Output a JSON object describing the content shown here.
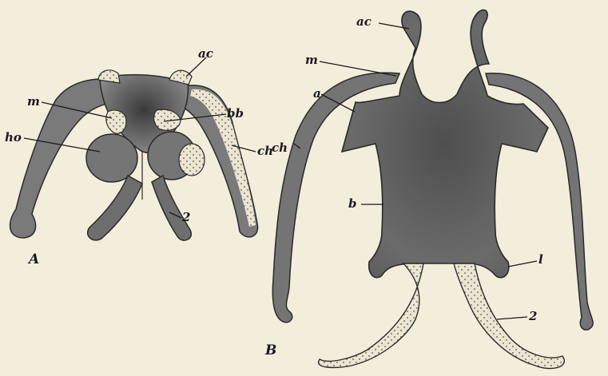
{
  "figure": {
    "background": "#f3eedc",
    "colors": {
      "bone": "#6e6e6e",
      "dark_bone": "#3c3c3c",
      "cartilage": "#e8e2cf",
      "ink": "#1a1a1a"
    },
    "panel_a": {
      "panel_label": "A",
      "labels": {
        "ac": "ac",
        "m": "m",
        "bb": "bb",
        "ho": "ho",
        "ch": "ch",
        "two": "2"
      }
    },
    "panel_b": {
      "panel_label": "B",
      "labels": {
        "ac": "ac",
        "m": "m",
        "a": "a",
        "ch": "ch",
        "b": "b",
        "l": "l",
        "two": "2"
      }
    }
  }
}
